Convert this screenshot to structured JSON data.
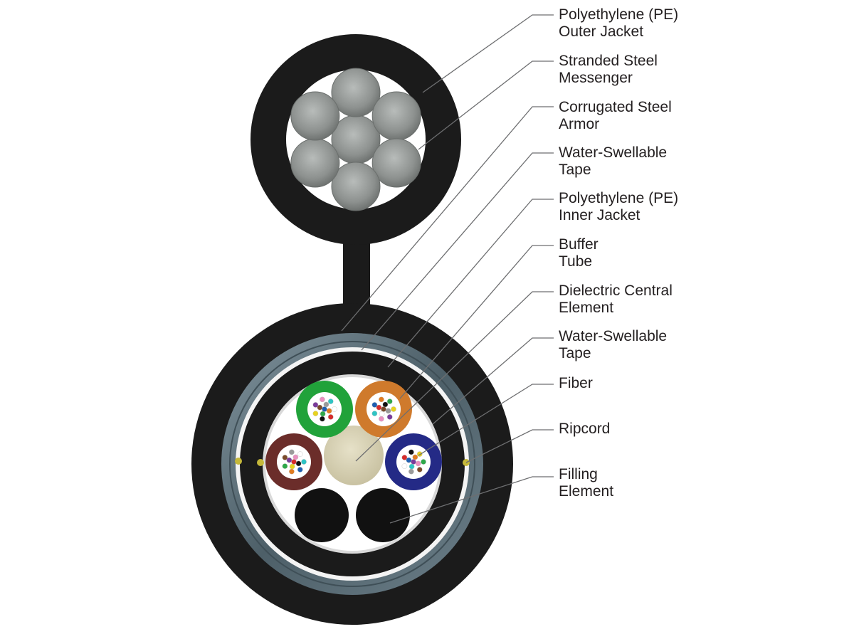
{
  "diagram": {
    "labels": [
      {
        "line1": "Polyethylene (PE)",
        "line2": "Outer Jacket"
      },
      {
        "line1": "Stranded Steel",
        "line2": "Messenger"
      },
      {
        "line1": "Corrugated Steel",
        "line2": "Armor"
      },
      {
        "line1": "Water-Swellable",
        "line2": "Tape"
      },
      {
        "line1": "Polyethylene (PE)",
        "line2": "Inner Jacket"
      },
      {
        "line1": "Buffer",
        "line2": "Tube"
      },
      {
        "line1": "Dielectric Central",
        "line2": "Element"
      },
      {
        "line1": "Water-Swellable",
        "line2": "Tape"
      },
      {
        "line1": "Fiber",
        "line2": ""
      },
      {
        "line1": "Ripcord",
        "line2": ""
      },
      {
        "line1": "Filling",
        "line2": "Element"
      }
    ],
    "buffer_tubes": [
      {
        "name": "green",
        "color": "#21a23a"
      },
      {
        "name": "orange",
        "color": "#cf7a2c"
      },
      {
        "name": "brown",
        "color": "#6b2d2a"
      },
      {
        "name": "blue",
        "color": "#242a86"
      }
    ],
    "fiber_colors": [
      "#1f5fb0",
      "#e07b20",
      "#2ea84a",
      "#7a4a2a",
      "#9a9a9a",
      "#ffffff",
      "#d62b2b",
      "#111111",
      "#e8d21e",
      "#7a3b9a",
      "#e98fbf",
      "#2ec4c4"
    ],
    "colors": {
      "jacket": "#1b1b1b",
      "messenger_wire": "#8d918f",
      "armor": "#5e707a",
      "central_element": "#d6d0b4",
      "leader_line": "#6d6e70",
      "text": "#231f20"
    }
  }
}
